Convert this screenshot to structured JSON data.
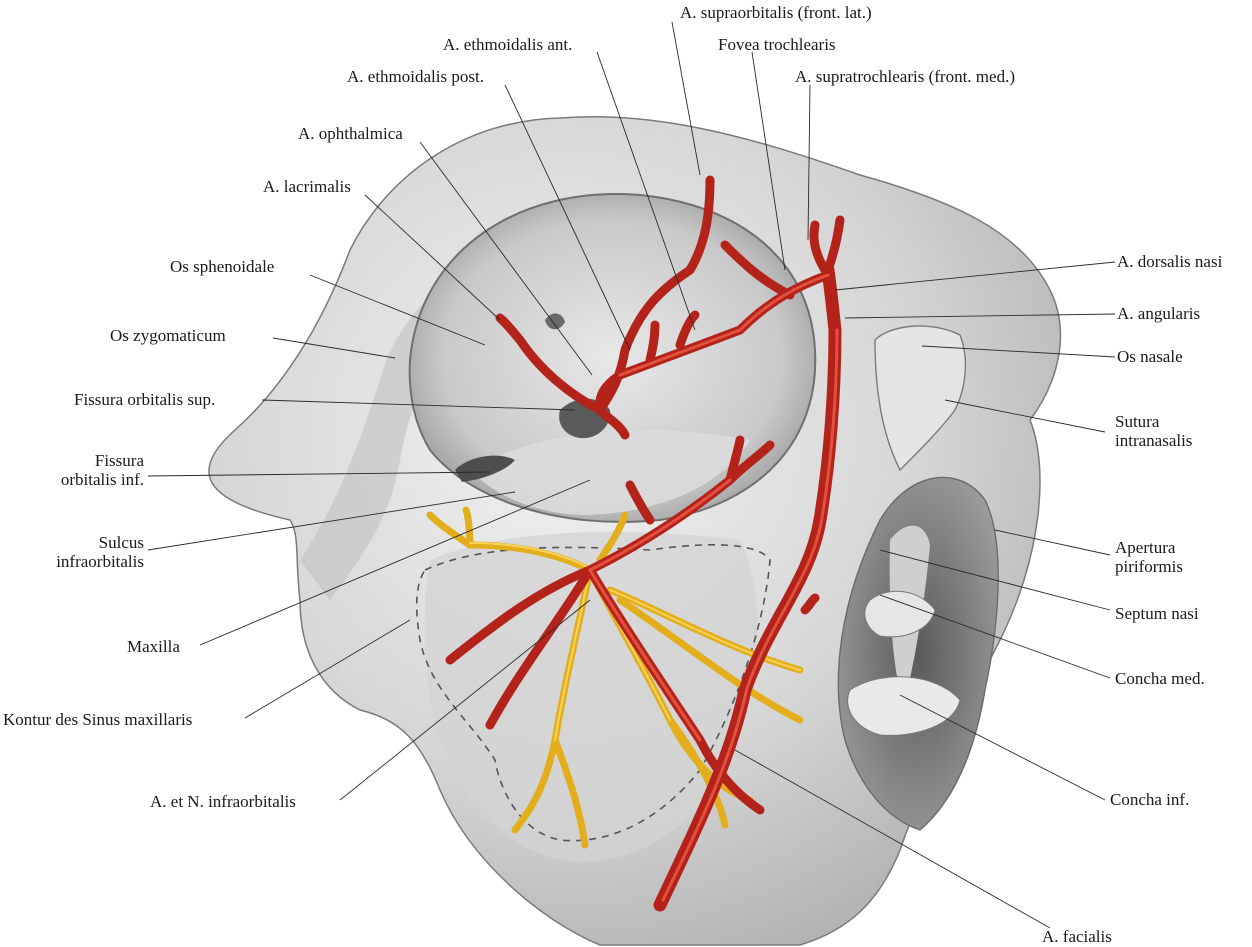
{
  "labels": [
    {
      "id": "a-supraorbitalis",
      "text": "A. supraorbitalis (front. lat.)"
    },
    {
      "id": "a-ethmoidalis-ant",
      "text": "A. ethmoidalis ant."
    },
    {
      "id": "fovea-trochlearis",
      "text": "Fovea trochlearis"
    },
    {
      "id": "a-ethmoidalis-post",
      "text": "A. ethmoidalis post."
    },
    {
      "id": "a-supratrochlearis",
      "text": "A. supratrochlearis (front. med.)"
    },
    {
      "id": "a-ophthalmica",
      "text": "A. ophthalmica"
    },
    {
      "id": "a-lacrimalis",
      "text": "A. lacrimalis"
    },
    {
      "id": "os-sphenoidale",
      "text": "Os sphenoidale"
    },
    {
      "id": "a-dorsalis-nasi",
      "text": "A. dorsalis nasi"
    },
    {
      "id": "a-angularis",
      "text": "A. angularis"
    },
    {
      "id": "os-zygomaticum",
      "text": "Os zygomaticum"
    },
    {
      "id": "os-nasale",
      "text": "Os nasale"
    },
    {
      "id": "fissura-orbitalis-sup",
      "text": "Fissura orbitalis sup."
    },
    {
      "id": "sutura-intranasalis",
      "text": "Sutura\nintranasalis"
    },
    {
      "id": "fissura-orbitalis-inf",
      "text": "Fissura\norbitalis inf."
    },
    {
      "id": "sulcus-infraorbitalis",
      "text": "Sulcus\ninfraorbitalis"
    },
    {
      "id": "apertura-piriformis",
      "text": "Apertura\npiriformis"
    },
    {
      "id": "septum-nasi",
      "text": "Septum nasi"
    },
    {
      "id": "maxilla",
      "text": "Maxilla"
    },
    {
      "id": "concha-med",
      "text": "Concha med."
    },
    {
      "id": "kontur-sinus",
      "text": "Kontur des Sinus maxillaris"
    },
    {
      "id": "a-et-n-infraorbitalis",
      "text": "A. et N. infraorbitalis"
    },
    {
      "id": "concha-inf",
      "text": "Concha inf."
    },
    {
      "id": "a-facialis",
      "text": "A. facialis"
    }
  ],
  "colors": {
    "artery": "#b4231a",
    "artery_highlight": "#e2503f",
    "nerve": "#e2ae1c",
    "nerve_highlight": "#f6d35a",
    "bone": "#d9d9d9",
    "bone_shadow": "#9a9a9a",
    "leader": "#2a2a2a"
  }
}
